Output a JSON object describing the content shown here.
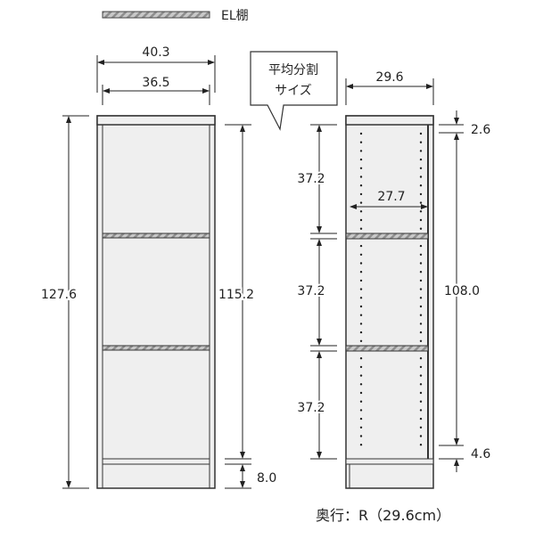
{
  "legend": {
    "label": "EL棚"
  },
  "callout": {
    "line1": "平均分割",
    "line2": "サイズ"
  },
  "front": {
    "outer_width": "40.3",
    "inner_width": "36.5",
    "total_height": "127.6",
    "inner_height": "115.2",
    "base_height": "8.0"
  },
  "side": {
    "depth": "29.6",
    "inner_depth": "27.7",
    "top_offset": "2.6",
    "section_heights": [
      "37.2",
      "37.2",
      "37.2"
    ],
    "pitch_range": "108.0",
    "bottom_offset": "4.6"
  },
  "footer": {
    "depth_note": "奥行：R（29.6cm）"
  },
  "colors": {
    "panel": "#efefef",
    "line": "#333333",
    "hatch": "#9a9a9a"
  }
}
